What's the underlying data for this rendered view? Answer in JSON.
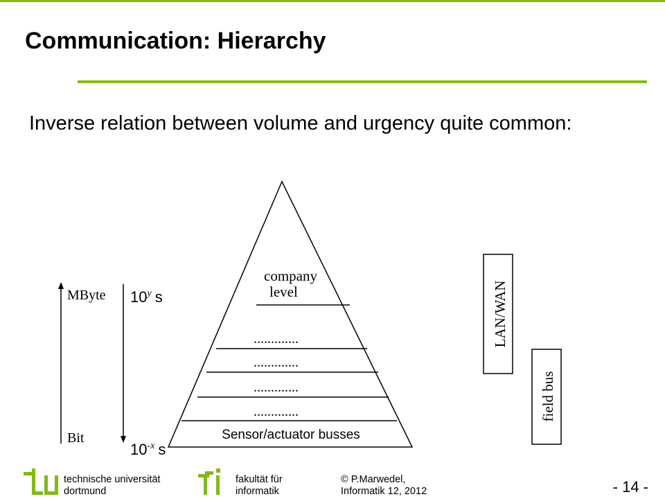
{
  "slide": {
    "title": "Communication: Hierarchy",
    "subtitle": "Inverse relation between volume and urgency quite common:"
  },
  "diagram": {
    "volume_top": "MByte",
    "volume_bottom": "Bit",
    "time_top_base": "10",
    "time_top_exp": "y",
    "time_top_unit": "s",
    "time_bottom_base": "10",
    "time_bottom_exp": "-x",
    "time_bottom_unit": "s",
    "pyramid_top_line1": "company",
    "pyramid_top_line2": "level",
    "dots": [
      ".............",
      ".............",
      ".............",
      "............."
    ],
    "bottom_layer": "Sensor/actuator busses",
    "network_box_1": "LAN/WAN",
    "network_box_2": "field bus"
  },
  "footer": {
    "university_line1": "technische universität",
    "university_line2": "dortmund",
    "faculty_line1": "fakultät für",
    "faculty_line2": "informatik",
    "author_line1": "© P.Marwedel,",
    "author_line2": "Informatik 12,  2012",
    "page_number": "- 14 -",
    "accent_color": "#84b819"
  }
}
